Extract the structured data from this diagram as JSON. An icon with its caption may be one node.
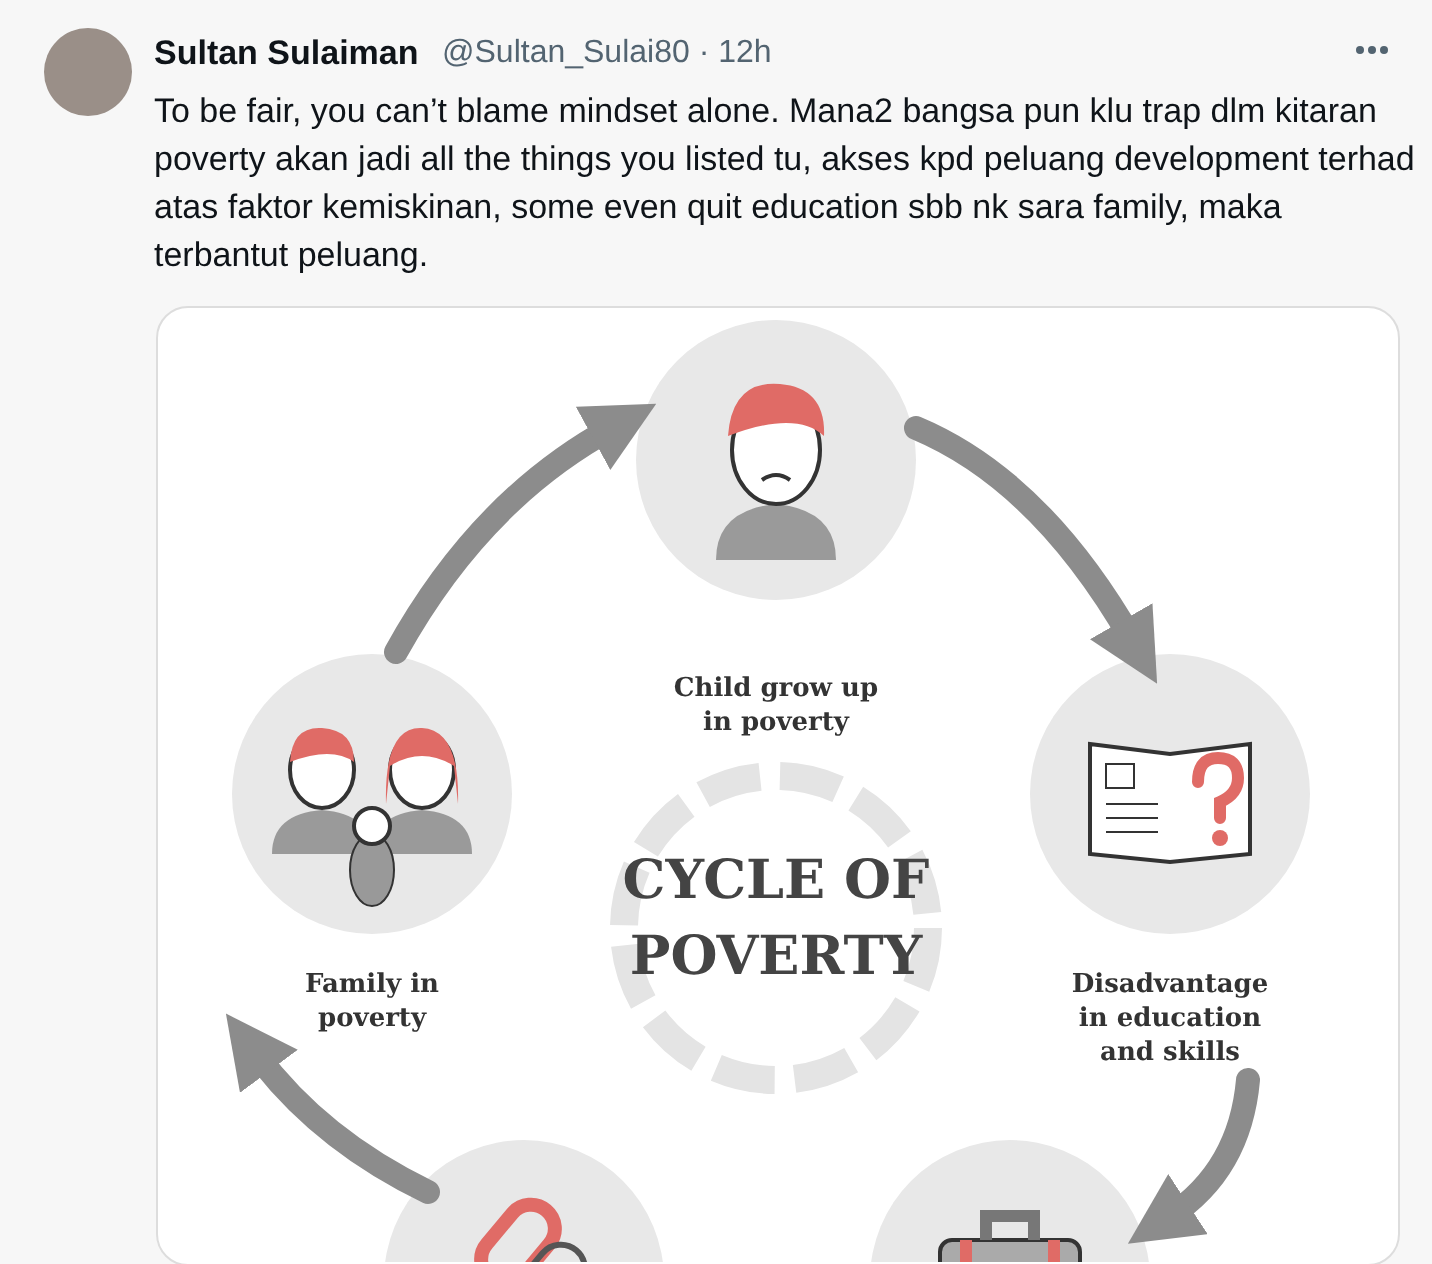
{
  "diagram": {
    "nodes": [
      {
        "text": [
          "Child grow up in poverty"
        ]
      },
      {
        "text": [
          "Disadvantage in education and skills"
        ]
      },
      {
        "text": [],
        "shape": "picture"
      },
      {
        "text": [],
        "shape": "picture"
      },
      {
        "text": [
          "Family in poverty"
        ]
      }
    ],
    "edges": [
      {
        "from": 4,
        "to": 0,
        "arrow": "to"
      },
      {
        "from": 0,
        "to": 1,
        "arrow": "to"
      },
      {
        "from": 1,
        "to": 3,
        "arrow": "to"
      },
      {
        "from": 2,
        "to": 4,
        "arrow": "to"
      }
    ],
    "labels": [
      "Sultan Sulaiman",
      "@Sultan_Sulai80 · 12h",
      "To be fair, you can’t blame mindset alone. Mana2 bangsa pun klu trap dlm kitaran poverty akan jadi all the things you listed tu, akses kpd peluang development terhad atas faktor kemiskinan, some even quit education sbb nk sara family, maka terbantut peluang.",
      "CYCLE OF POVERTY"
    ]
  }
}
